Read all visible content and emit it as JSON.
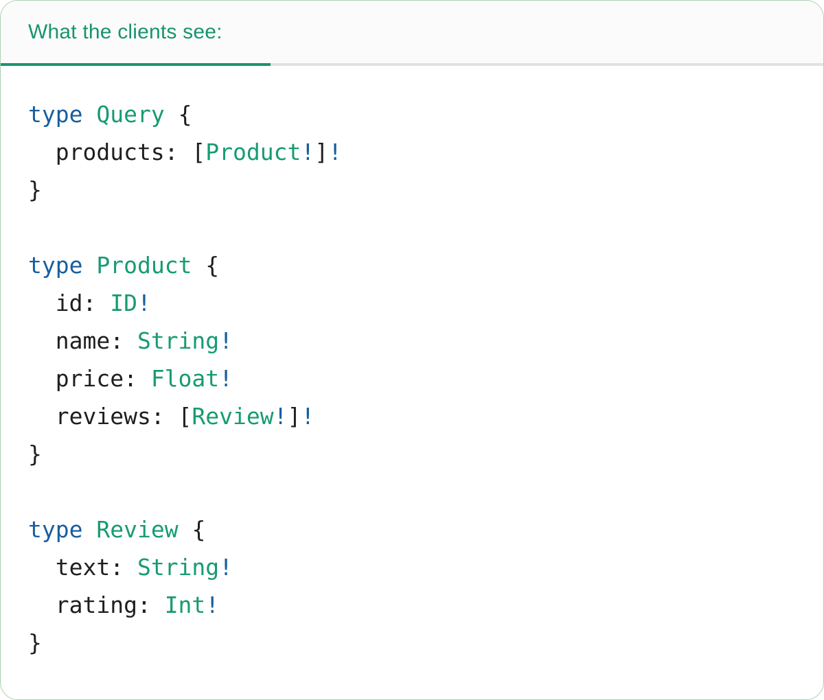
{
  "card": {
    "title_tab": "What the clients see:"
  },
  "colors": {
    "accent_teal": "#17946F",
    "keyword_blue": "#175E9E",
    "typename_teal": "#169B72",
    "code_text": "#1E1E1E",
    "divider_gray": "#E1E1E1",
    "tab_bar_bg": "#FBFBFB",
    "card_border": "#ABD0B5"
  },
  "code": {
    "language": "graphql",
    "lines": [
      [
        {
          "t": "type",
          "c": "kw"
        },
        {
          "t": " ",
          "c": "pl"
        },
        {
          "t": "Query",
          "c": "tn"
        },
        {
          "t": " {",
          "c": "pl"
        }
      ],
      [
        {
          "t": "  products: [",
          "c": "pl"
        },
        {
          "t": "Product",
          "c": "tn"
        },
        {
          "t": "!",
          "c": "kw"
        },
        {
          "t": "]",
          "c": "pl"
        },
        {
          "t": "!",
          "c": "kw"
        }
      ],
      [
        {
          "t": "}",
          "c": "pl"
        }
      ],
      [],
      [
        {
          "t": "type",
          "c": "kw"
        },
        {
          "t": " ",
          "c": "pl"
        },
        {
          "t": "Product",
          "c": "tn"
        },
        {
          "t": " {",
          "c": "pl"
        }
      ],
      [
        {
          "t": "  id: ",
          "c": "pl"
        },
        {
          "t": "ID",
          "c": "tn"
        },
        {
          "t": "!",
          "c": "kw"
        }
      ],
      [
        {
          "t": "  name: ",
          "c": "pl"
        },
        {
          "t": "String",
          "c": "tn"
        },
        {
          "t": "!",
          "c": "kw"
        }
      ],
      [
        {
          "t": "  price: ",
          "c": "pl"
        },
        {
          "t": "Float",
          "c": "tn"
        },
        {
          "t": "!",
          "c": "kw"
        }
      ],
      [
        {
          "t": "  reviews: [",
          "c": "pl"
        },
        {
          "t": "Review",
          "c": "tn"
        },
        {
          "t": "!",
          "c": "kw"
        },
        {
          "t": "]",
          "c": "pl"
        },
        {
          "t": "!",
          "c": "kw"
        }
      ],
      [
        {
          "t": "}",
          "c": "pl"
        }
      ],
      [],
      [
        {
          "t": "type",
          "c": "kw"
        },
        {
          "t": " ",
          "c": "pl"
        },
        {
          "t": "Review",
          "c": "tn"
        },
        {
          "t": " {",
          "c": "pl"
        }
      ],
      [
        {
          "t": "  text: ",
          "c": "pl"
        },
        {
          "t": "String",
          "c": "tn"
        },
        {
          "t": "!",
          "c": "kw"
        }
      ],
      [
        {
          "t": "  rating: ",
          "c": "pl"
        },
        {
          "t": "Int",
          "c": "tn"
        },
        {
          "t": "!",
          "c": "kw"
        }
      ],
      [
        {
          "t": "}",
          "c": "pl"
        }
      ]
    ]
  }
}
